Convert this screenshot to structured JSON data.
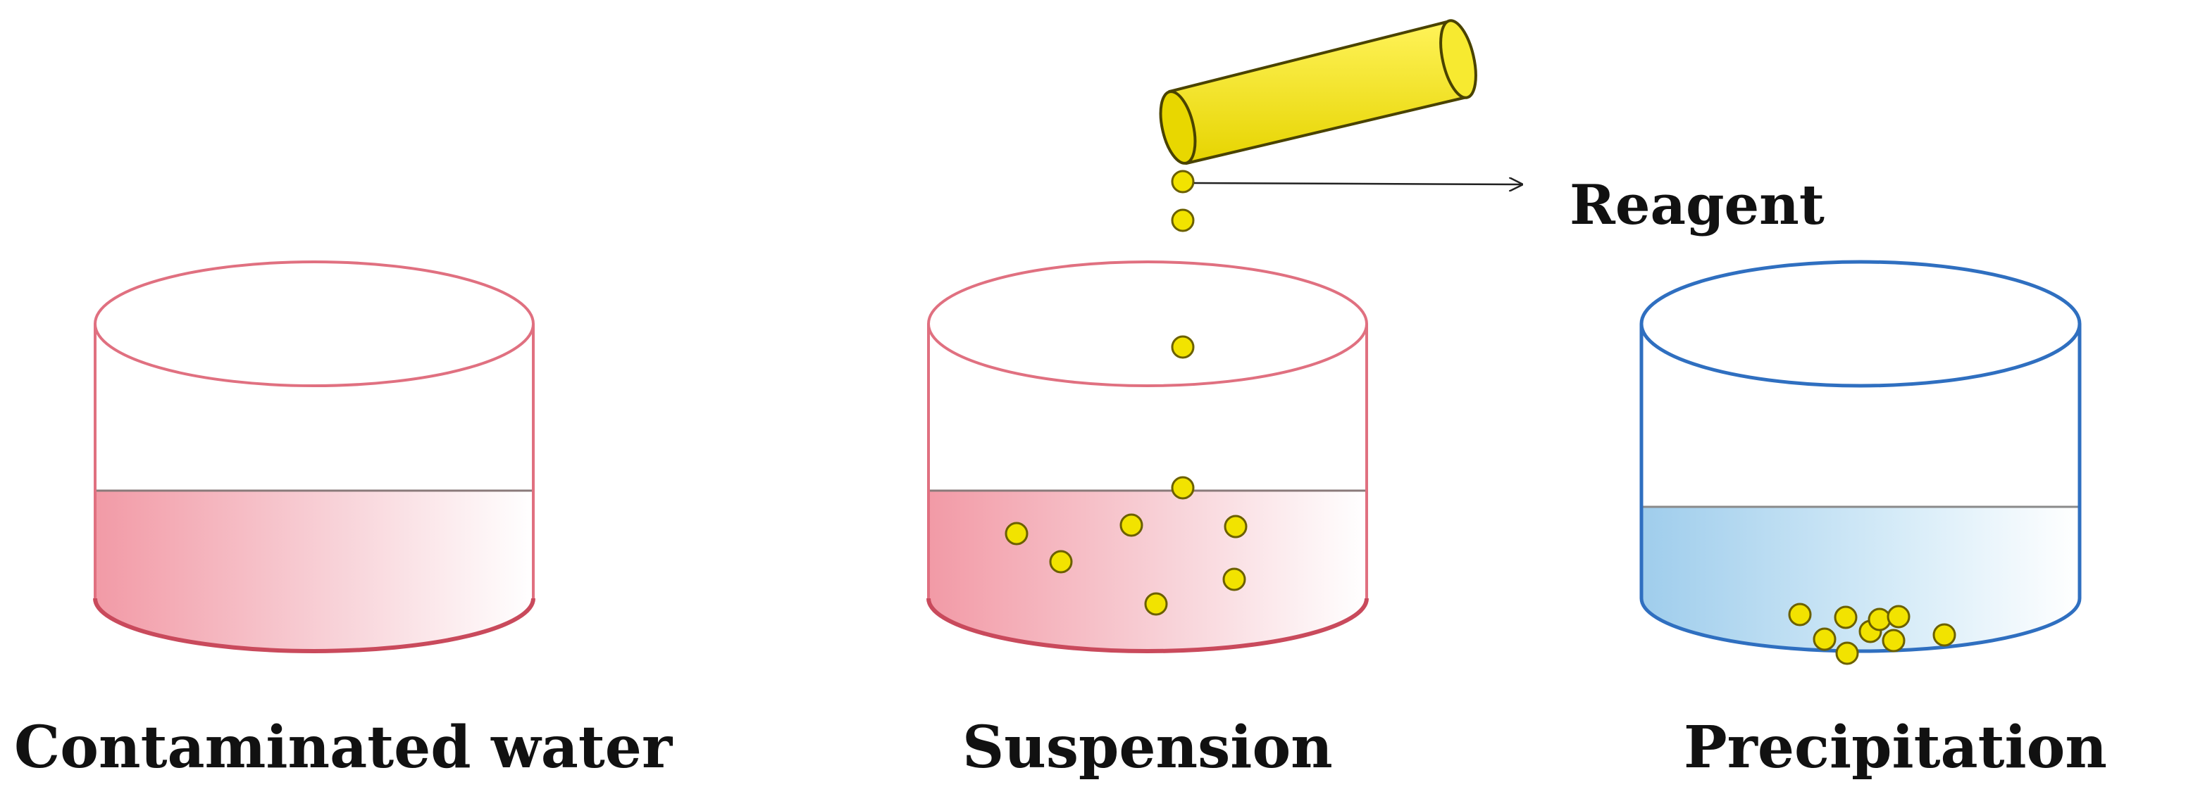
{
  "labels": {
    "reagent": "Reagent",
    "contaminated_water": "Contaminated water",
    "suspension": "Suspension",
    "precipitation": "Precipitation"
  },
  "colors": {
    "contaminated_liquid": "#f4a4ae",
    "contaminated_outline": "#e0707e",
    "precipitation_liquid": "#a9d4ee",
    "precipitation_outline": "#2f6fc0",
    "reagent_yellow": "#f2e300",
    "reagent_outline": "#6b6000",
    "text": "#111111"
  }
}
